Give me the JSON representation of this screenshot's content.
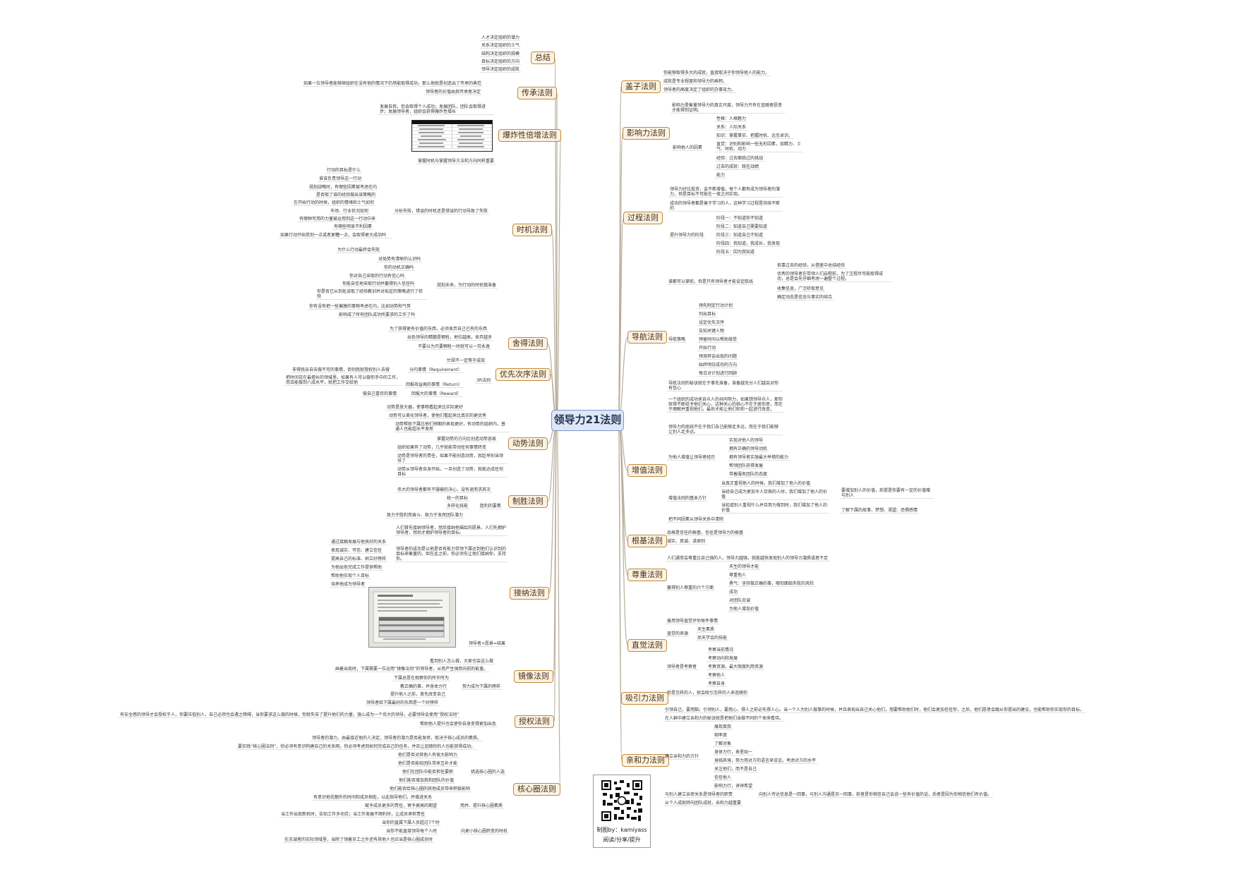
{
  "root": "领导力21法则",
  "credit": {
    "line1": "制图by：kamiyass",
    "line2": "阅读/分享/提升"
  },
  "icons": {
    "qr": "qr-code-icon",
    "embedded_photo": "book-page-photo",
    "embedded_table": "comparison-table-image"
  },
  "colors": {
    "topic_border": "#bf8a3a",
    "topic_fill": "#fbf2e3",
    "root_fill": "#dde7f7",
    "root_border": "#7a97c7",
    "link": "#b8ad9c"
  },
  "topics": [
    {
      "id": "zongjie",
      "label": "总结",
      "items": [
        "人才决定组织的潜力",
        "关系决定组织的士气",
        "结构决定组织的规模",
        "目标决定组织的方向",
        "领导决定组织的成败"
      ]
    },
    {
      "id": "chuancheng",
      "label": "传承法则",
      "items": [
        "如果一位领导者能够继组织在没有他的情况下仍然能取得成功，那么他就是创造出了传承的典范",
        "领导者的价值由其传承者决定"
      ]
    },
    {
      "id": "baozhaxing",
      "label": "爆炸性倍增法则",
      "items": [
        "发展自我，你会取得个人成功；发展团队，团队会取得进步；发展领导者，组织会获得爆炸性增长"
      ]
    },
    {
      "id": "shiji",
      "label": "时机法则",
      "items": [
        "掌握时机与掌握领导方法和方向同样重要",
        "行动的目标是什么",
        "谁该负责领导这一行动",
        "规划战略时，有哪些因素被考虑在内",
        "是否取了谁的经验做出该策略的",
        "在开始行动的时候，组织的情绪和士气如何",
        "市场、行业状况如何",
        "有哪种可用的力量被运用到这一行动中来",
        "有哪些明显不利因素",
        "如果行动开始受到一点或者更糟一点，会取得更大成功吗",
        "为什么行动最终会失败",
        "分析失败，错误的时机还是错误的行动导致了失败",
        "对局势有清晰的认识吗",
        "你的动机正确吗",
        "你对自己采取的行动有信心吗",
        "你能自信地采取行动并赢得别人信任吗",
        "你是否已从到处汲取了经验教训并对拟定的策略进行了检验",
        "你有没有把一些偏激的事物考虑在内，比如动势和气势",
        "影响成了所有团队成功所要求的工作了吗",
        "规划未来，为行动的时机做准备"
      ]
    },
    {
      "id": "shede",
      "label": "舍得法则",
      "items": [
        "为了获得更有价值的东西，必须舍弃自己已有的东西",
        "出色领导的精髓是牺牲，地位越高，舍弃越多",
        "不要以为只要牺牲一时就可以一劳永逸"
      ]
    },
    {
      "id": "youxian",
      "label": "优先次序法则",
      "items": [
        "忙碌不一定等于成效",
        "分内事情（Requirement）",
        "回报效益高的事情（Return）",
        "回报大的事情（Reward）",
        "3R法则",
        "非得我亲自去做不可的事情，否则我就授权别人去做",
        "把时间花在最擅长的领域里。如果有人可以做你手中的工作，而且能做到八成水平，就把工作交给他",
        "做自己喜欢的事情"
      ]
    },
    {
      "id": "dongshi",
      "label": "动势法则",
      "items": [
        "动势是放大器，使事物看起来比实际更好",
        "动势可以美化领导者，使他们看起来比真实的更优秀",
        "动势帮助下属比他们预期的表现更好，有动势的组织内，普通人也能超水平发挥",
        "掌握动势的方向比创造动势容易",
        "组织如果有了动势，几乎就能带动任何事情转变",
        "动势是领导者的责任，如果不能创造动势，就趁早别当领导了",
        "动势从领导者自身开始，一旦创造了动势，就能达成任何目标"
      ]
    },
    {
      "id": "shisheng",
      "label": "制胜法则",
      "items": [
        "伟大的领导者都有不服输的决心，没有退而求其次",
        "统一的目标",
        "多样化技能",
        "胜利的要素",
        "致力于胜利而奋斗、致力于发挥团队潜力"
      ]
    },
    {
      "id": "jiena",
      "label": "接纳法则",
      "items": [
        "人们首先接纳领导者，然后接纳他描绘的愿景。人们先拥护领导者，然后才拥护领导者的目标。",
        "通过接触发展与他良好的关系",
        "表现诚实、可信、建立信任",
        "提高自己的标准、树立好榜样",
        "为他出色完成工作提供帮助",
        "帮助他实现个人目标",
        "培养他成为领导者",
        "领导者的成功是以他是否有能力带领下属达到他们认识到的目标来衡量的，但在此之前，你必须先让他们接纳你，支持你。",
        "领导者+愿景=结果"
      ]
    },
    {
      "id": "jingxiang",
      "label": "镜像法则",
      "items": [
        "看到别人怎么做，大家也会这么做",
        "画着出现时，下属需要一位运用“镜像法则”的领导者，从而产生强而向前的能量。",
        "下属总是在观察你的所作所为",
        "教正确的事，并身体力行",
        "提升他人之前，首先改变自己",
        "领导者给下属最好的东西是一个好榜样",
        "努力成为下属的榜样"
      ]
    },
    {
      "id": "shouquan",
      "label": "授权法则",
      "items": [
        "有安全感的领导才会授权于人，你要压低别人，自己必然也会遇之障碍，当你要求这么做的时候，你就失去了提升他们的力量，施么成为一个伟大的领导，必要领导会使用“授权法则”",
        "帮助他人提升也会使你自身变得更加出色"
      ]
    },
    {
      "id": "hexinquan",
      "label": "核心圈法则",
      "items": [
        "领导者的潜力，由最接近他的人决定，领导者的潜力是否能发挥，取决于核心成员的素质。",
        "要实践“核心圈法则”，你必须有意识构建自己的关系网，你必须考虑到如何完成自己的任务，并且让追随你的人也能获得成功。",
        "他们是否对其他人有很大影响力",
        "他们是否能给团队带来互补才能",
        "他们在团队中能否担任要职",
        "他们能否增加我和团队的价值",
        "他们能否给核心圈的其他成员带来积极影响",
        "挑选核心圈的人选",
        "有意识地花额外的时间和成员相处，以此指导他们，并增进关系",
        "赋予成员更多的责任，寄予更高的期望",
        "当工作出现新机时，告知工作多功劳；当工作发展不顺利时，让成员承担责任",
        "用并、提升核心圈素质",
        "当你的直属下属人员超过7个时",
        "当你不能直接领导每个人时",
        "在忠诚者的实际领域里，当除了领着员工之外还有其他人也应当是核心圈成员时",
        "向更小核心圈转变的时机"
      ]
    },
    {
      "id": "gaizi",
      "label": "盖子法则",
      "items": [
        "你能够取得多大的成就，直接取决于你领导他人的能力。",
        "成败是专业程度和领导力的乘积。",
        "领导者的高度决定了组织的办事效力。"
      ]
    },
    {
      "id": "yingxiangli",
      "label": "影响力法则",
      "items": [
        "影响力是衡量领导力的真正尺度，领导力只有在追随者愿意才能得到证明。",
        "性格：人格魅力",
        "关系：人际关系",
        "知识：掌握事实、把握时机、远见卓识。",
        "直觉：识别和影响一些无形因素，如精力、士气、时机、动力",
        "经验：过去面临过的挑战",
        "过去的成就：既往战绩",
        "能力",
        "影响他人的因素"
      ]
    },
    {
      "id": "guocheng",
      "label": "过程法则",
      "items": [
        "领导力好比投资，会不断增值，每个人都有成为领导者的潜力，但是目标不可能在一夜之间实现。",
        "成功的领导者都是善于学习的人，这种学习过程是持续不断的",
        "阶段一：不知道你不知道",
        "阶段二：知道自己需要知道",
        "阶段三：知道自己不知道",
        "阶段四：我知道，我成长，我发现",
        "阶段五：因为我知道",
        "提升领导力的阶段"
      ]
    },
    {
      "id": "daohang",
      "label": "导航法则",
      "items": [
        "谁都可以掌舵，但是只有领导者才能设定航线",
        "依靠过去的经验，从借鉴中总结经验",
        "优秀的领导者在带领人们启程前，为了注程尽可能取得成功，总是会先仔细考虑一遍整个过程。",
        "收集信息，广泛听取意见",
        "确定动态是信念与事实的结合",
        "预先制定行动计划",
        "列出目标",
        "设定优先次序",
        "告知关键人物",
        "预留时间以帮助接受",
        "开始行动",
        "预测将会出现的问题",
        "始终明白成功的方向",
        "每日对计划进行回顾",
        "导航策略",
        "导航法则的秘诀就在于事先准备，准备越充分人们越会对你有信心"
      ]
    },
    {
      "id": "zengzhi",
      "label": "增值法则",
      "items": [
        "一个组织的成功来自众人的共同努力，如果想领导众人，那你就得不断给予他们关心，这种关心的核心不在于居你意，而在于理解并重视他们，最后才能让他们和你一起进行改变。",
        "领导力的底线不在于我们自己能够走多远，而在于我们能够让别人走多远。",
        "实现对他人的领导",
        "拥有正确的领导动机",
        "拥有领导者实施最大举措的能力",
        "帮领团队获得发展",
        "带着服务团队的态度",
        "为他人增值让领导者经历",
        "当真正重视他人的时候，我们增加了他人的价值",
        "当经自己成为更加令人饮佩的人时，我们增加了他人的价值",
        "要增加别人的价值，前提是你要有一定的价值赠与别人",
        "当知道别人重视什么并且努力做到时，我们增加了他人的价值",
        "了解下属的故事、梦想、渴望、恐惧感情",
        "增值法则的基本方针",
        "把不同因素从领导关系中清除"
      ]
    },
    {
      "id": "genji",
      "label": "根基法则",
      "items": [
        "品格是信任的根基，信任是领导力的根基",
        "诚实、真诚、讲原则"
      ]
    },
    {
      "id": "zunzhong",
      "label": "尊重法则",
      "items": [
        "人们通常会尊重比自己强的人，领导力越强，就能越快发现别人的领导力潜质或者不足",
        "天生的领导才能",
        "尊重他人",
        "勇气：坚持做正确的事，哪怕面临失败的风险",
        "成功",
        "对团队忠诚",
        "为他人增加价值",
        "赢得别人尊重的六个方面"
      ]
    },
    {
      "id": "zhijue",
      "label": "直觉法则",
      "items": [
        "善用领导直觉评估每件事情",
        "天生素质",
        "后天学会的技能",
        "直觉的来源",
        "考察当前情况",
        "考察动向和发展",
        "考察资源，最大限度利用资源",
        "考察他人",
        "考察自身",
        "领导者是考察者"
      ]
    },
    {
      "id": "xiyinli",
      "label": "吸引力法则",
      "items": [
        "你是怎样的人，就会吸引怎样的人来追随你"
      ]
    },
    {
      "id": "qinheli",
      "label": "亲和力法则",
      "items": [
        "引领自己，要用脑；引领别人，要用心，得人之前必先得人心。当一个人为别人做事的时候，并且表现出自己关心他们，想要帮助他们时，他们会更加信任你，之后，他们愿意会跟从你提出的建议，也能帮助你实现你的目标。",
        "在人群中建立亲和力的秘诀就是把他们当做不同的个体来看待。",
        "展现真我",
        "相率真",
        "了解对象",
        "身体力行，表里如一",
        "身临其境，努力用对方的语言来说话，考虑对方的水平",
        "关注他们，而不是自己",
        "信任他人",
        "影响力行，谆谆希望",
        "建立亲和力的方针",
        "与别人建立亲密关系是领导者的职责",
        "向别人传达信息是一回事，与别人沟通是另一回事，前者是你相信自己会说一些有价值的话，后者是因为你相信他们有价值。",
        "从个人成就转向团队成就，亲和力越重要"
      ]
    }
  ]
}
